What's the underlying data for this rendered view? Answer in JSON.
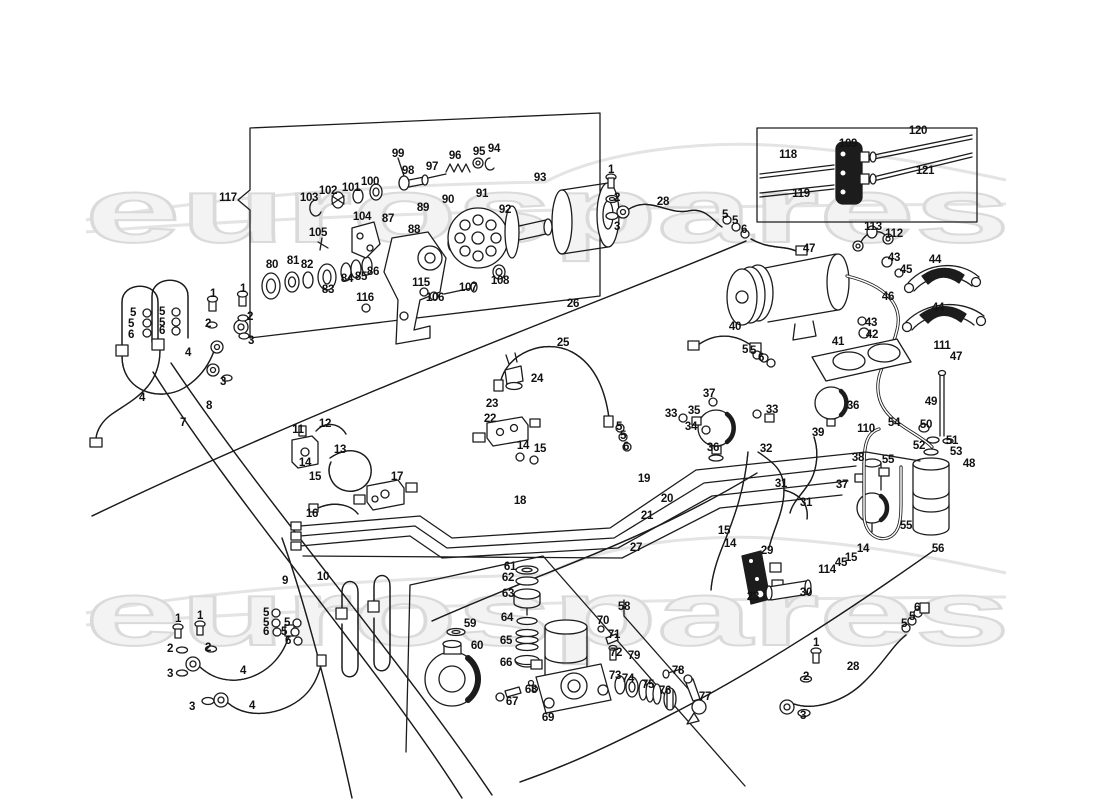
{
  "watermark": {
    "text": "eurospares",
    "fill": "#f3f3f3",
    "outline": "#dadada"
  },
  "page": {
    "background": "#ffffff",
    "ink": "#1c1c1c"
  },
  "part_labels": [
    [
      "5",
      133,
      313
    ],
    [
      "5",
      131,
      324
    ],
    [
      "6",
      131,
      335
    ],
    [
      "5",
      162,
      312
    ],
    [
      "5",
      162,
      323
    ],
    [
      "6",
      162,
      331
    ],
    [
      "1",
      213,
      294
    ],
    [
      "1",
      243,
      289
    ],
    [
      "2",
      208,
      324
    ],
    [
      "2",
      250,
      317
    ],
    [
      "3",
      251,
      341
    ],
    [
      "3",
      223,
      382
    ],
    [
      "4",
      188,
      353
    ],
    [
      "4",
      142,
      398
    ],
    [
      "7",
      183,
      423
    ],
    [
      "8",
      209,
      406
    ],
    [
      "117",
      228,
      198
    ],
    [
      "99",
      398,
      154
    ],
    [
      "98",
      408,
      171
    ],
    [
      "97",
      432,
      167
    ],
    [
      "96",
      455,
      156
    ],
    [
      "95",
      479,
      152
    ],
    [
      "94",
      494,
      149
    ],
    [
      "93",
      540,
      178
    ],
    [
      "100",
      370,
      182
    ],
    [
      "101",
      351,
      188
    ],
    [
      "102",
      328,
      191
    ],
    [
      "103",
      309,
      198
    ],
    [
      "104",
      362,
      217
    ],
    [
      "105",
      318,
      233
    ],
    [
      "89",
      423,
      208
    ],
    [
      "90",
      448,
      200
    ],
    [
      "91",
      482,
      194
    ],
    [
      "92",
      505,
      210
    ],
    [
      "87",
      388,
      219
    ],
    [
      "88",
      414,
      230
    ],
    [
      "80",
      272,
      265
    ],
    [
      "81",
      293,
      261
    ],
    [
      "82",
      307,
      265
    ],
    [
      "83",
      328,
      290
    ],
    [
      "84",
      347,
      279
    ],
    [
      "85",
      361,
      277
    ],
    [
      "86",
      373,
      272
    ],
    [
      "115",
      421,
      283
    ],
    [
      "116",
      365,
      298
    ],
    [
      "106",
      435,
      298
    ],
    [
      "107",
      468,
      288
    ],
    [
      "108",
      500,
      281
    ],
    [
      "1",
      611,
      170
    ],
    [
      "2",
      617,
      198
    ],
    [
      "3",
      617,
      227
    ],
    [
      "28",
      663,
      202
    ],
    [
      "5",
      725,
      215
    ],
    [
      "5",
      735,
      221
    ],
    [
      "6",
      744,
      230
    ],
    [
      "47",
      809,
      249
    ],
    [
      "118",
      788,
      155
    ],
    [
      "119",
      801,
      194
    ],
    [
      "109",
      848,
      144
    ],
    [
      "120",
      918,
      131
    ],
    [
      "121",
      925,
      171
    ],
    [
      "113",
      873,
      227
    ],
    [
      "112",
      894,
      234
    ],
    [
      "43",
      894,
      258
    ],
    [
      "45",
      906,
      270
    ],
    [
      "44",
      935,
      260
    ],
    [
      "44",
      938,
      308
    ],
    [
      "46",
      888,
      297
    ],
    [
      "40",
      735,
      327
    ],
    [
      "41",
      838,
      342
    ],
    [
      "43",
      871,
      323
    ],
    [
      "42",
      872,
      335
    ],
    [
      "111",
      942,
      346
    ],
    [
      "47",
      956,
      357
    ],
    [
      "26",
      573,
      304
    ],
    [
      "25",
      563,
      343
    ],
    [
      "5",
      745,
      350
    ],
    [
      "5",
      753,
      351
    ],
    [
      "6",
      761,
      358
    ],
    [
      "24",
      537,
      379
    ],
    [
      "23",
      492,
      404
    ],
    [
      "22",
      490,
      419
    ],
    [
      "14",
      523,
      446
    ],
    [
      "15",
      540,
      449
    ],
    [
      "5",
      619,
      427
    ],
    [
      "5",
      623,
      436
    ],
    [
      "6",
      626,
      447
    ],
    [
      "33",
      671,
      414
    ],
    [
      "35",
      694,
      411
    ],
    [
      "34",
      691,
      427
    ],
    [
      "37",
      709,
      394
    ],
    [
      "36",
      713,
      448
    ],
    [
      "33",
      772,
      410
    ],
    [
      "36",
      853,
      406
    ],
    [
      "39",
      818,
      433
    ],
    [
      "32",
      766,
      449
    ],
    [
      "110",
      866,
      429
    ],
    [
      "38",
      858,
      458
    ],
    [
      "37",
      842,
      485
    ],
    [
      "31",
      781,
      484
    ],
    [
      "31",
      806,
      503
    ],
    [
      "54",
      894,
      423
    ],
    [
      "50",
      926,
      425
    ],
    [
      "51",
      952,
      441
    ],
    [
      "52",
      919,
      446
    ],
    [
      "53",
      956,
      452
    ],
    [
      "48",
      969,
      464
    ],
    [
      "49",
      931,
      402
    ],
    [
      "55",
      888,
      460
    ],
    [
      "55",
      906,
      526
    ],
    [
      "56",
      938,
      549
    ],
    [
      "11",
      298,
      430
    ],
    [
      "12",
      325,
      424
    ],
    [
      "13",
      340,
      450
    ],
    [
      "14",
      305,
      463
    ],
    [
      "15",
      315,
      477
    ],
    [
      "16",
      312,
      514
    ],
    [
      "17",
      397,
      477
    ],
    [
      "18",
      520,
      501
    ],
    [
      "19",
      644,
      479
    ],
    [
      "20",
      667,
      499
    ],
    [
      "21",
      647,
      516
    ],
    [
      "15",
      724,
      531
    ],
    [
      "14",
      730,
      544
    ],
    [
      "29",
      767,
      551
    ],
    [
      "23",
      753,
      597
    ],
    [
      "30",
      806,
      593
    ],
    [
      "114",
      827,
      570
    ],
    [
      "45",
      841,
      563
    ],
    [
      "15",
      851,
      558
    ],
    [
      "14",
      863,
      549
    ],
    [
      "27",
      636,
      548
    ],
    [
      "9",
      285,
      581
    ],
    [
      "10",
      323,
      577
    ],
    [
      "1",
      178,
      619
    ],
    [
      "1",
      200,
      616
    ],
    [
      "2",
      170,
      649
    ],
    [
      "2",
      208,
      648
    ],
    [
      "3",
      170,
      674
    ],
    [
      "3",
      192,
      707
    ],
    [
      "4",
      243,
      671
    ],
    [
      "4",
      252,
      706
    ],
    [
      "5",
      266,
      613
    ],
    [
      "5",
      266,
      623
    ],
    [
      "6",
      266,
      632
    ],
    [
      "5",
      287,
      623
    ],
    [
      "5",
      284,
      632
    ],
    [
      "6",
      288,
      641
    ],
    [
      "58",
      624,
      607
    ],
    [
      "59",
      470,
      624
    ],
    [
      "60",
      477,
      646
    ],
    [
      "61",
      510,
      567
    ],
    [
      "62",
      508,
      578
    ],
    [
      "63",
      508,
      594
    ],
    [
      "64",
      507,
      618
    ],
    [
      "65",
      506,
      641
    ],
    [
      "66",
      506,
      663
    ],
    [
      "67",
      512,
      702
    ],
    [
      "68",
      531,
      690
    ],
    [
      "69",
      548,
      718
    ],
    [
      "70",
      603,
      621
    ],
    [
      "71",
      614,
      635
    ],
    [
      "72",
      616,
      653
    ],
    [
      "79",
      634,
      656
    ],
    [
      "73",
      615,
      676
    ],
    [
      "74",
      628,
      679
    ],
    [
      "75",
      648,
      685
    ],
    [
      "76",
      665,
      691
    ],
    [
      "77",
      705,
      697
    ],
    [
      "78",
      678,
      671
    ],
    [
      "1",
      816,
      643
    ],
    [
      "2",
      806,
      677
    ],
    [
      "3",
      803,
      716
    ],
    [
      "28",
      853,
      667
    ],
    [
      "5",
      904,
      624
    ],
    [
      "5",
      912,
      617
    ],
    [
      "6",
      917,
      608
    ]
  ]
}
